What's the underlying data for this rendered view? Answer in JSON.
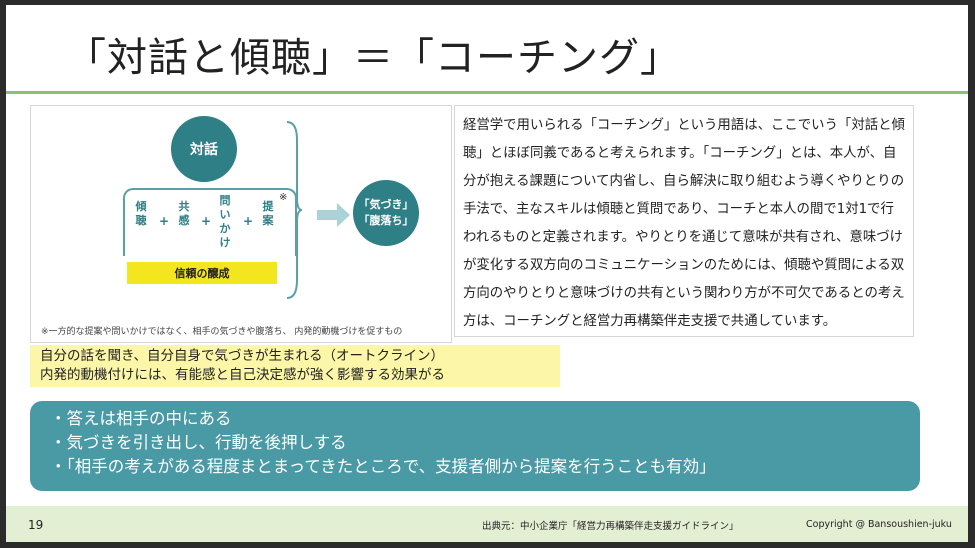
{
  "title": "「対話と傾聴」＝「コーチング」",
  "diagram": {
    "center": "対話",
    "items": [
      "傾聴",
      "共感",
      "問いかけ",
      "提案"
    ],
    "asterisk": "※",
    "trust": "信頼の醸成",
    "result_line1": "「気づき」",
    "result_line2": "「腹落ち」",
    "note": "※一方的な提案や問いかけではなく、相手の気づきや腹落ち、 内発的動機づけを促すもの"
  },
  "explanation": "経営学で用いられる「コーチング」という用語は、ここでいう「対話と傾聴」とほぼ同義であると考えられます。「コーチング」とは、本人が、自分が抱える課題について内省し、自ら解決に取り組むよう導くやりとりの手法で、主なスキルは傾聴と質問であり、コーチと本人の間で1対1で行われるものと定義されます。やりとりを通じて意味が共有され、意味づけが変化する双方向のコミュニケーションのためには、傾聴や質問による双方向のやりとりと意味づけの共有という関わり方が不可欠であるとの考え方は、コーチングと経営力再構築伴走支援で共通しています。",
  "yellow": {
    "line1": "自分の話を聞き、自分自身で気づきが生まれる（オートクライン）",
    "line2": "内発的動機付けには、有能感と自己決定感が強く影響する効果がる"
  },
  "bullets": [
    "・答えは相手の中にある",
    "・気づきを引き出し、行動を後押しする",
    "・「相手の考えがある程度まとまってきたところで、支援者側から提案を行うことも有効」"
  ],
  "footer": {
    "page": "19",
    "source": "出典元：中小企業庁「経営力再構築伴走支援ガイドライン」",
    "copyright": "Copyright @ Bansoushien-juku"
  },
  "colors": {
    "accent_green": "#8fc06f",
    "teal": "#2f7f86",
    "teal_box": "#4a9aa6",
    "yellow": "#fcf7a8",
    "trust_yellow": "#f3e51e",
    "footer_bg": "#e3efd3"
  },
  "icons": {
    "brace": "right-brace-icon",
    "arrow": "right-arrow-icon"
  }
}
